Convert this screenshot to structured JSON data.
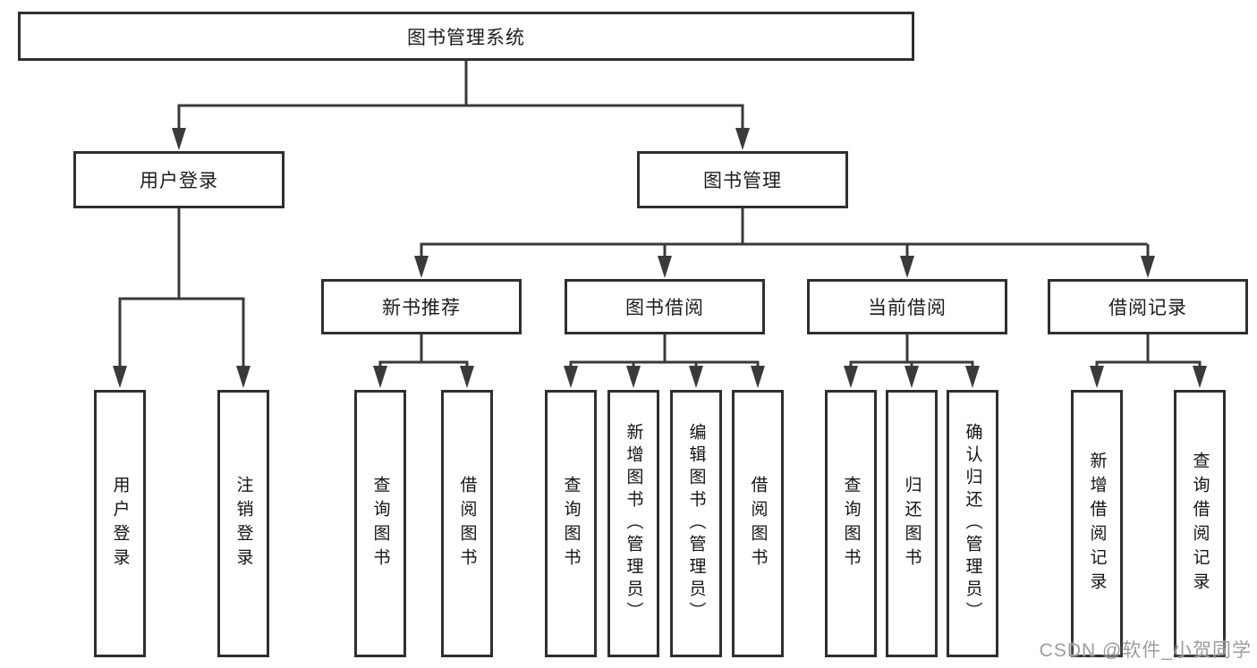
{
  "tree": {
    "label": "图书管理系统",
    "children": [
      {
        "label": "用户登录",
        "children": [
          {
            "label": "用户登录"
          },
          {
            "label": "注销登录"
          }
        ]
      },
      {
        "label": "图书管理",
        "children": [
          {
            "label": "新书推荐",
            "children": [
              {
                "label": "查询图书"
              },
              {
                "label": "借阅图书"
              }
            ]
          },
          {
            "label": "图书借阅",
            "children": [
              {
                "label": "查询图书"
              },
              {
                "label": "新增图书（管理员）"
              },
              {
                "label": "编辑图书（管理员）"
              },
              {
                "label": "借阅图书"
              }
            ]
          },
          {
            "label": "当前借阅",
            "children": [
              {
                "label": "查询图书"
              },
              {
                "label": "归还图书"
              },
              {
                "label": "确认归还（管理员）"
              }
            ]
          },
          {
            "label": "借阅记录",
            "children": [
              {
                "label": "新增借阅记录"
              },
              {
                "label": "查询借阅记录"
              }
            ]
          }
        ]
      }
    ]
  },
  "watermark": {
    "text": "CSDN @软件_小贺同学",
    "color": "#9c9c9c"
  },
  "colors": {
    "background": "#ffffff",
    "box_border": "#2f2f2f",
    "connector_line": "#3a3a3a",
    "text": "#1c1c1c"
  }
}
